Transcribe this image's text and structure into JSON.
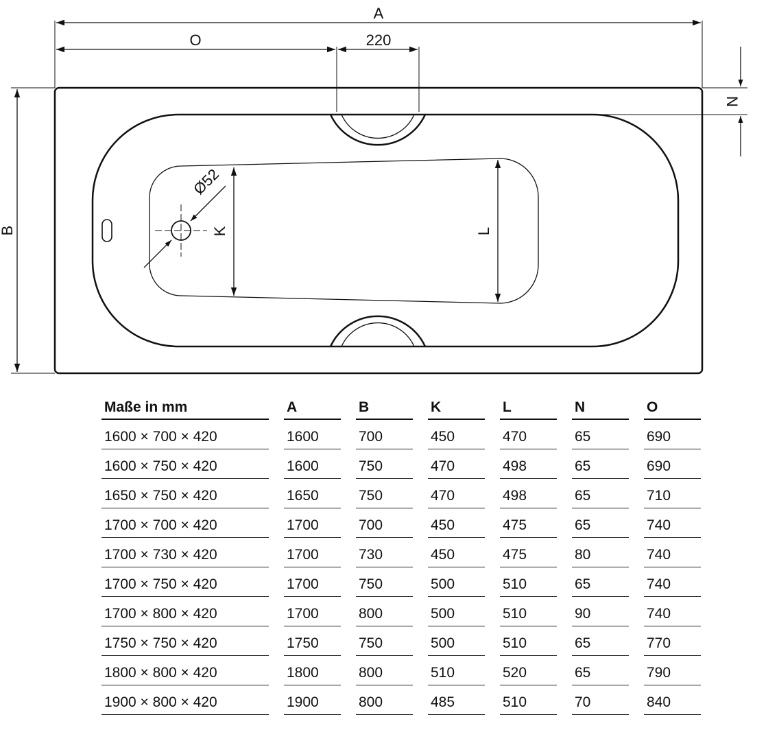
{
  "dimensions": {
    "A": "A",
    "O": "O",
    "span_220": "220",
    "N": "N",
    "B": "B",
    "diameter": "Ø52",
    "K": "K",
    "L": "L"
  },
  "table": {
    "headers": [
      "Maße in mm",
      "A",
      "B",
      "K",
      "L",
      "N",
      "O"
    ],
    "rows": [
      [
        "1600 × 700 × 420",
        "1600",
        "700",
        "450",
        "470",
        "65",
        "690"
      ],
      [
        "1600 × 750 × 420",
        "1600",
        "750",
        "470",
        "498",
        "65",
        "690"
      ],
      [
        "1650 × 750 × 420",
        "1650",
        "750",
        "470",
        "498",
        "65",
        "710"
      ],
      [
        "1700 × 700 × 420",
        "1700",
        "700",
        "450",
        "475",
        "65",
        "740"
      ],
      [
        "1700 × 730 × 420",
        "1700",
        "730",
        "450",
        "475",
        "80",
        "740"
      ],
      [
        "1700 × 750 × 420",
        "1700",
        "750",
        "500",
        "510",
        "65",
        "740"
      ],
      [
        "1700 × 800 × 420",
        "1700",
        "800",
        "500",
        "510",
        "90",
        "740"
      ],
      [
        "1750 × 750 × 420",
        "1750",
        "750",
        "500",
        "510",
        "65",
        "770"
      ],
      [
        "1800 × 800 × 420",
        "1800",
        "800",
        "510",
        "520",
        "65",
        "790"
      ],
      [
        "1900 × 800 × 420",
        "1900",
        "800",
        "485",
        "510",
        "70",
        "840"
      ]
    ]
  }
}
